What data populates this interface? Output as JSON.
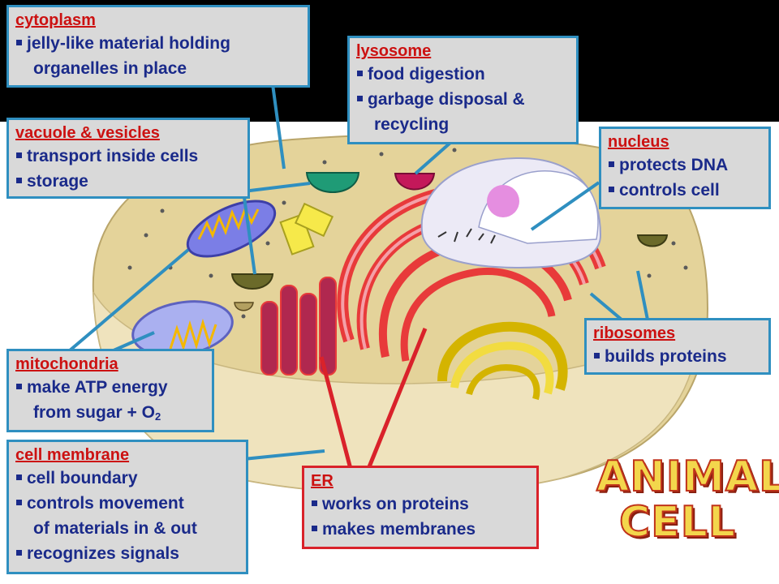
{
  "labels": {
    "cytoplasm": {
      "title": "cytoplasm",
      "lines": [
        "jelly-like material holding",
        "organelles in place"
      ]
    },
    "lysosome": {
      "title": "lysosome",
      "lines": [
        "food digestion",
        "garbage disposal &",
        "recycling"
      ]
    },
    "vacuole": {
      "title": "vacuole & vesicles",
      "lines": [
        "transport inside cells",
        "storage"
      ]
    },
    "nucleus": {
      "title": "nucleus",
      "lines": [
        "protects DNA",
        "controls cell"
      ]
    },
    "mitochondria": {
      "title": "mitochondria",
      "lines": [
        "make ATP energy",
        "from sugar + O"
      ],
      "subscript": "2"
    },
    "ribosomes": {
      "title": "ribosomes",
      "lines": [
        "builds proteins"
      ]
    },
    "membrane": {
      "title": "cell membrane",
      "lines": [
        "cell boundary",
        "controls movement",
        "of materials in & out",
        "recognizes signals"
      ]
    },
    "er": {
      "title": "ER",
      "lines": [
        "works on proteins",
        "makes membranes"
      ]
    }
  },
  "page_title": {
    "line1": "ANIMAL",
    "line2": "CELL"
  },
  "colors": {
    "label_bg": "#d9d9d9",
    "blue_border": "#2f8fc0",
    "red_border": "#d9222a",
    "title_text": "#cc1111",
    "body_text": "#1a2a8a",
    "cell_fill": "#e4d39a"
  }
}
